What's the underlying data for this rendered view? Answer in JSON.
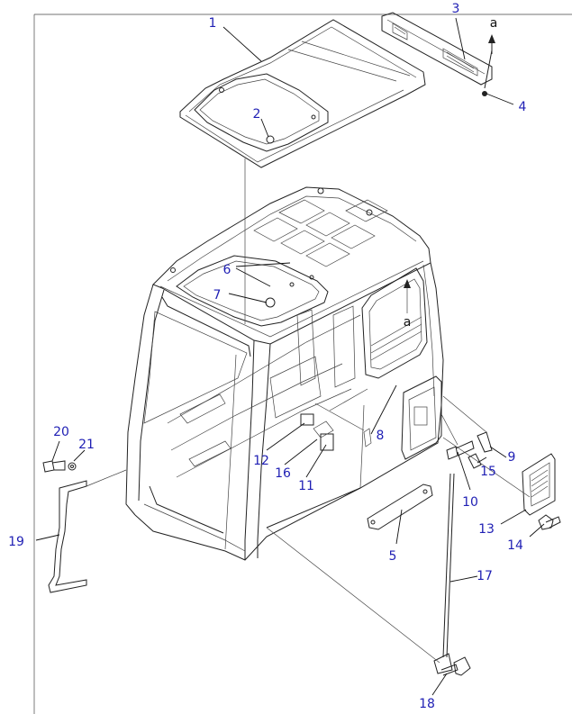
{
  "diagram": {
    "callouts": [
      {
        "id": "c1",
        "label": "1"
      },
      {
        "id": "c2",
        "label": "2"
      },
      {
        "id": "c3",
        "label": "3"
      },
      {
        "id": "c4",
        "label": "4"
      },
      {
        "id": "c5",
        "label": "5"
      },
      {
        "id": "c6",
        "label": "6"
      },
      {
        "id": "c7",
        "label": "7"
      },
      {
        "id": "c8",
        "label": "8"
      },
      {
        "id": "c9",
        "label": "9"
      },
      {
        "id": "c10",
        "label": "10"
      },
      {
        "id": "c11",
        "label": "11"
      },
      {
        "id": "c12",
        "label": "12"
      },
      {
        "id": "c13",
        "label": "13"
      },
      {
        "id": "c14",
        "label": "14"
      },
      {
        "id": "c15",
        "label": "15"
      },
      {
        "id": "c16",
        "label": "16"
      },
      {
        "id": "c17",
        "label": "17"
      },
      {
        "id": "c18",
        "label": "18"
      },
      {
        "id": "c19",
        "label": "19"
      },
      {
        "id": "c20",
        "label": "20"
      },
      {
        "id": "c21",
        "label": "21"
      }
    ],
    "view_refs": [
      {
        "id": "r1",
        "label": "a"
      },
      {
        "id": "r2",
        "label": "a"
      }
    ]
  }
}
